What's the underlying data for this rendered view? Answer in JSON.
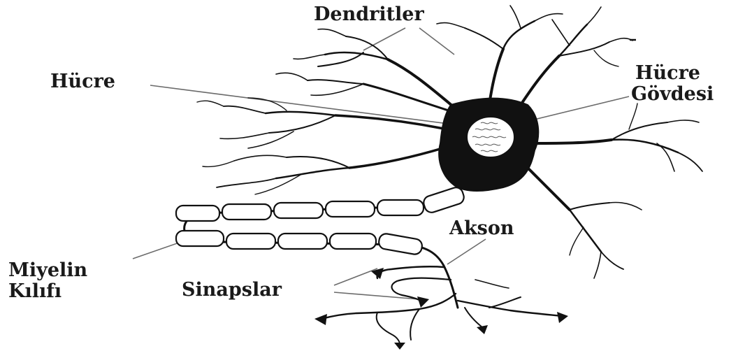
{
  "labels": {
    "dendrites": "Dendritler",
    "cell": "Hücre",
    "cell_body_line1": "Hücre",
    "cell_body_line2": "Gövdesi",
    "axon": "Akson",
    "myelin_line1": "Miyelin",
    "myelin_line2": "Kılıfı",
    "synapses": "Sinapslar"
  }
}
